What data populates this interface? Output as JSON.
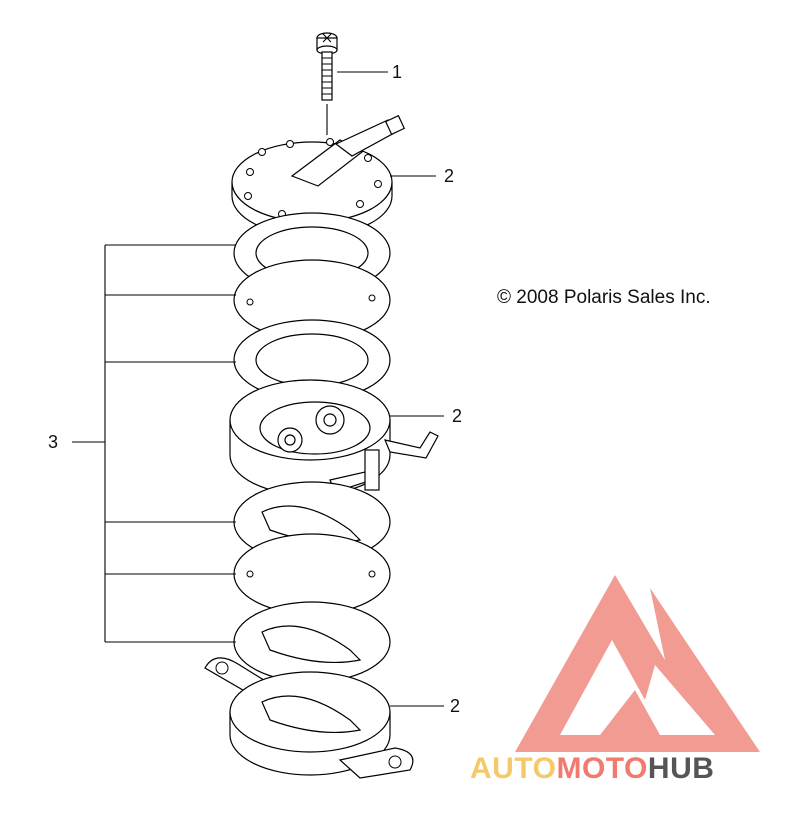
{
  "diagram": {
    "callouts": {
      "screw": "1",
      "cover": "2",
      "pump_body": "2",
      "base": "2",
      "gasket_kit": "3"
    },
    "copyright": "© 2008 Polaris Sales Inc."
  },
  "watermark": {
    "word_auto": "AUTO",
    "word_moto": "MOTO",
    "word_hub": "HUB",
    "colors": {
      "logo": "#f08a80",
      "auto": "#f5c96a",
      "moto": "#f07a6e",
      "hub": "#555555"
    }
  }
}
